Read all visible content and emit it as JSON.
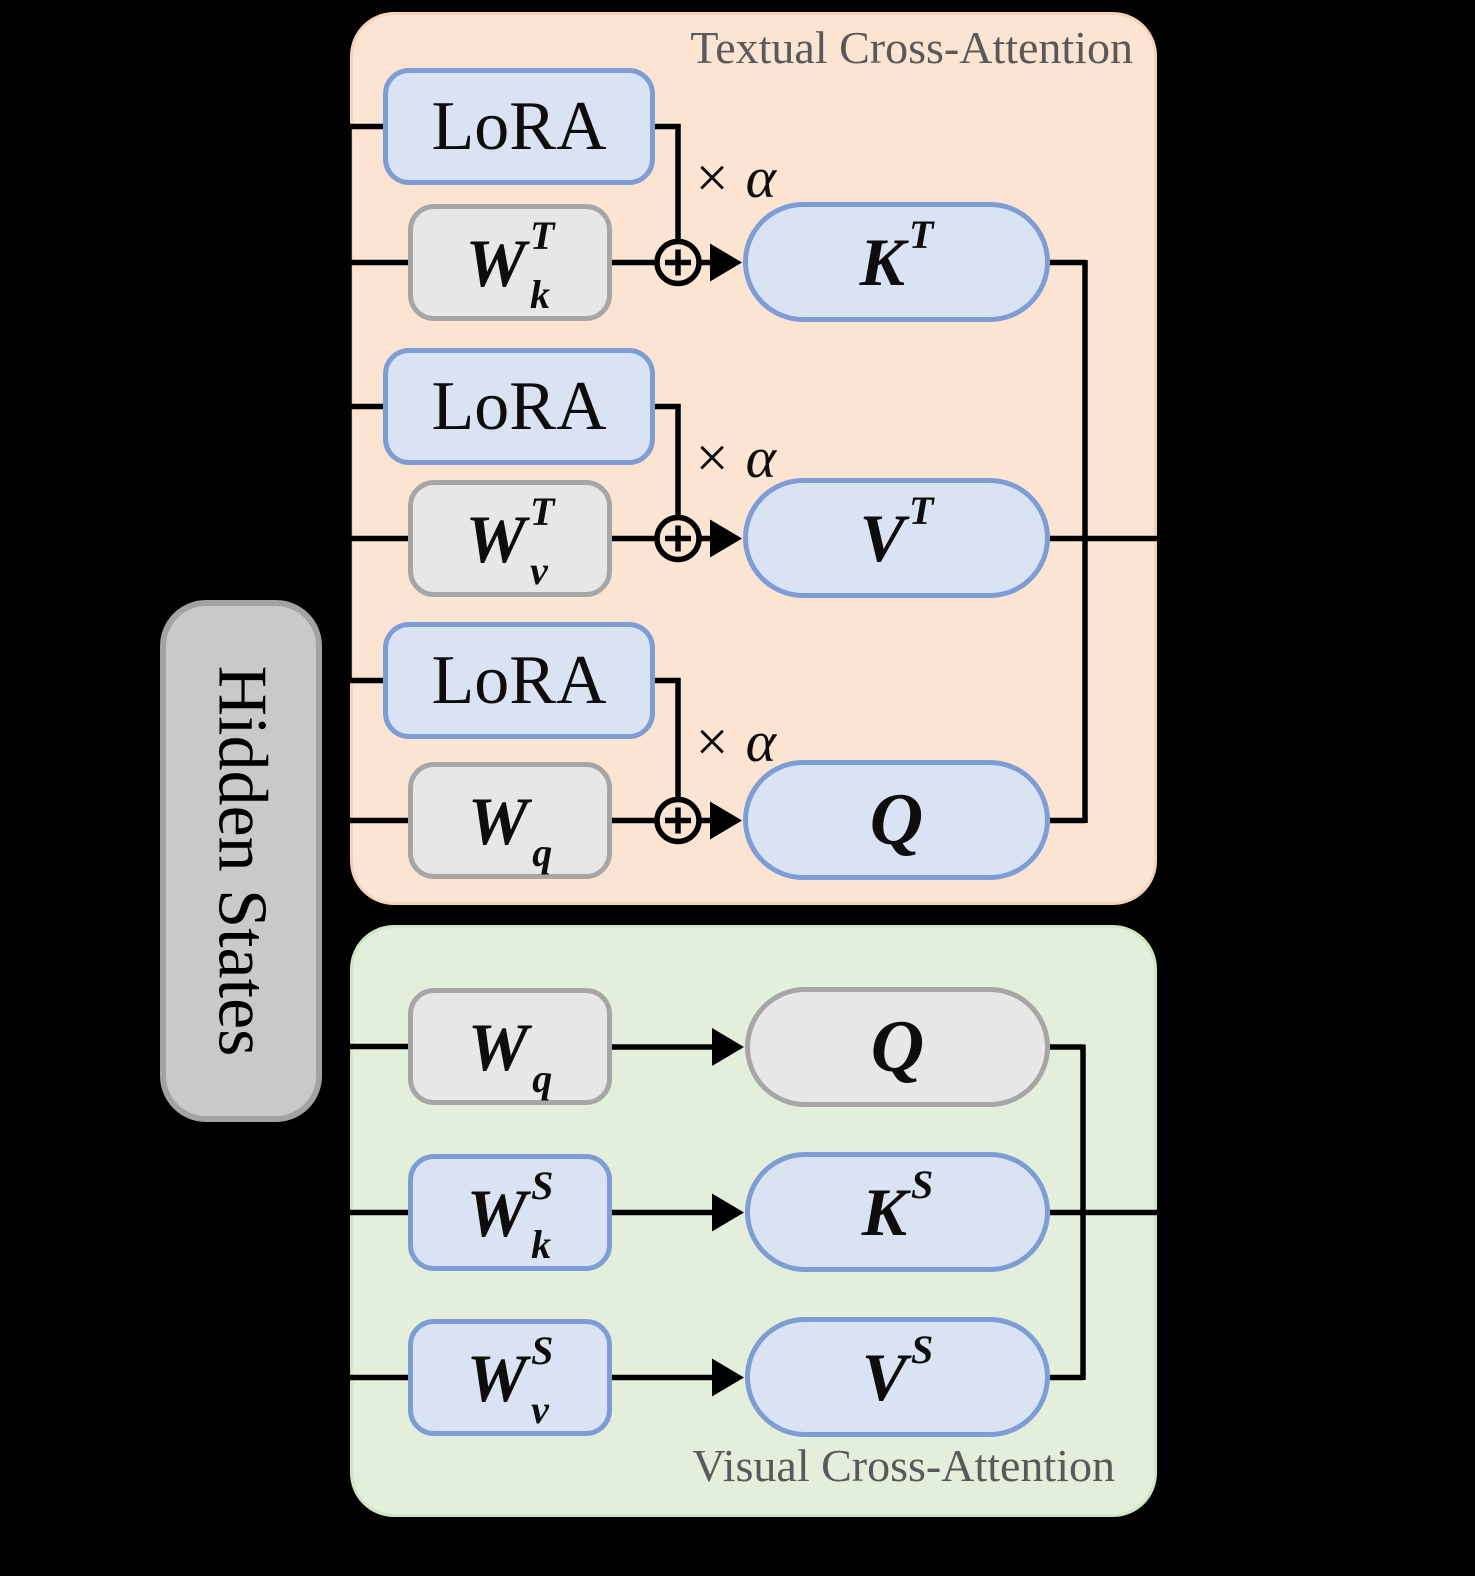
{
  "figure": {
    "type": "architecture-diagram",
    "description": "Dual cross-attention block with LoRA-adapted textual branch and frozen visual branch fed by shared hidden states"
  },
  "hidden_states": {
    "label": "Hidden States"
  },
  "textual": {
    "title": "Textual Cross-Attention",
    "rows": [
      {
        "lora": "LoRA",
        "scale": "× α",
        "weight": {
          "base": "W",
          "sup": "T",
          "sub": "k"
        },
        "output": {
          "base": "K",
          "sup": "T"
        }
      },
      {
        "lora": "LoRA",
        "scale": "× α",
        "weight": {
          "base": "W",
          "sup": "T",
          "sub": "v"
        },
        "output": {
          "base": "V",
          "sup": "T"
        }
      },
      {
        "lora": "LoRA",
        "scale": "× α",
        "weight": {
          "base": "W",
          "sub": "q"
        },
        "output": {
          "base": "Q"
        }
      }
    ]
  },
  "visual": {
    "title": "Visual Cross-Attention",
    "rows": [
      {
        "style": "grey",
        "weight": {
          "base": "W",
          "sub": "q"
        },
        "output": {
          "base": "Q"
        }
      },
      {
        "style": "blue",
        "weight": {
          "base": "W",
          "sup": "S",
          "sub": "k"
        },
        "output": {
          "base": "K",
          "sup": "S"
        }
      },
      {
        "style": "blue",
        "weight": {
          "base": "W",
          "sup": "S",
          "sub": "v"
        },
        "output": {
          "base": "V",
          "sup": "S"
        }
      }
    ]
  },
  "icons": {
    "plus_circle": "circled-plus-merge-icon",
    "arrowhead": "flow-arrowhead-icon"
  },
  "palette": {
    "background": "#000000",
    "textual_panel_fill": "#fce4d2",
    "textual_panel_border": "#f6d2b8",
    "visual_panel_fill": "#e3efda",
    "visual_panel_border": "#cfe6c2",
    "blue_fill": "#dae3f3",
    "blue_border": "#7e9dd5",
    "grey_fill": "#e8e7e6",
    "grey_border": "#a6a6a6",
    "hidden_fill": "#c9c9c9",
    "hidden_border": "#a3a3a3",
    "line_color": "#000000",
    "title_color": "#595959"
  }
}
